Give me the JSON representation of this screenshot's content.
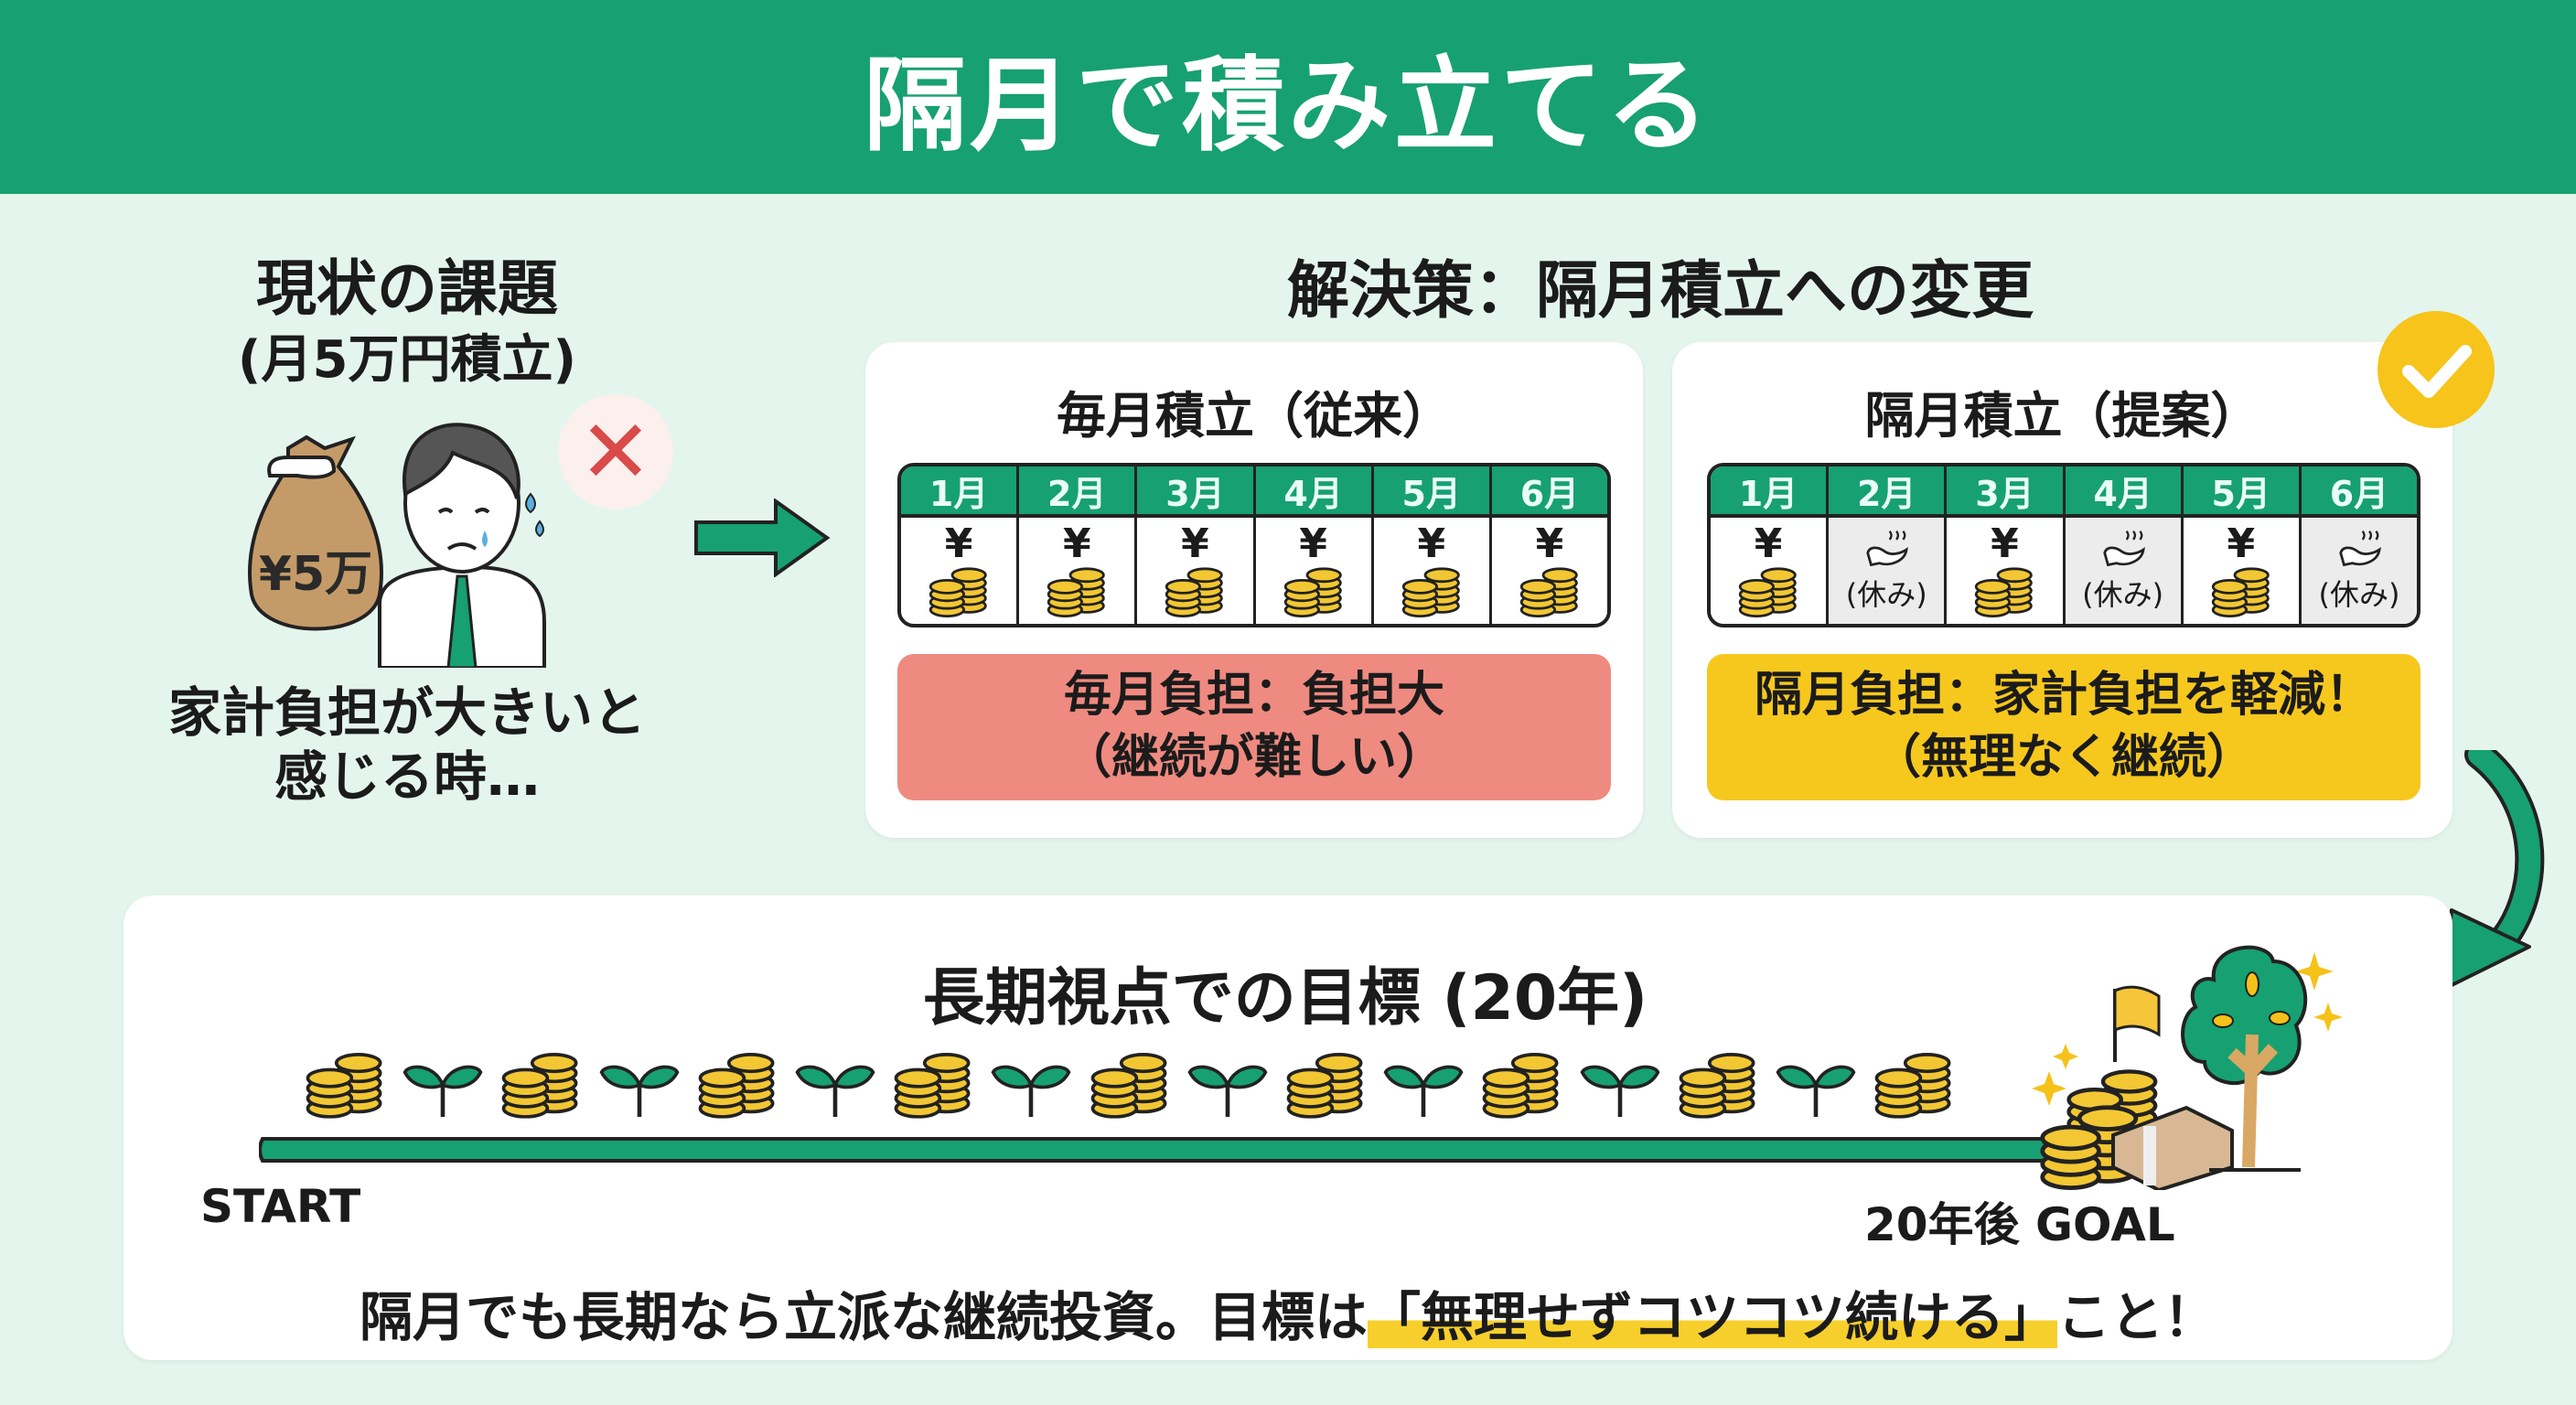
{
  "header": {
    "title": "隔月で積み立てる"
  },
  "problem": {
    "title": "現状の課題",
    "subtitle": "(月5万円積立)",
    "bag_label": "¥5万",
    "caption_line1": "家計負担が大きいと",
    "caption_line2": "感じる時…"
  },
  "solution": {
    "title": "解決策：隔月積立への変更",
    "cards": [
      {
        "title": "毎月積立（従来）",
        "months": [
          "1月",
          "2月",
          "3月",
          "4月",
          "5月",
          "6月"
        ],
        "cells": [
          "invest",
          "invest",
          "invest",
          "invest",
          "invest",
          "invest"
        ],
        "summary_line1": "毎月負担：負担大",
        "summary_line2": "（継続が難しい）",
        "summary_color": "#ef8a80"
      },
      {
        "title": "隔月積立（提案）",
        "months": [
          "1月",
          "2月",
          "3月",
          "4月",
          "5月",
          "6月"
        ],
        "cells": [
          "invest",
          "rest",
          "invest",
          "rest",
          "invest",
          "rest"
        ],
        "summary_line1": "隔月負担：家計負担を軽減！",
        "summary_line2": "（無理なく継続）",
        "summary_color": "#f6c81e"
      }
    ],
    "yen_symbol": "¥",
    "rest_label": "(休み)"
  },
  "goal": {
    "title": "長期視点での目標 (20年)",
    "start_label": "START",
    "goal_label": "20年後 GOAL",
    "message_before": "隔月でも長期なら立派な継続投資。目標は",
    "message_highlight": "「無理せずコツコツ続ける」",
    "message_after": "こと！"
  },
  "colors": {
    "primary": "#17a072",
    "accent_yellow": "#f6c81e",
    "alert_red": "#e05050",
    "background": "#e4f5ee"
  }
}
